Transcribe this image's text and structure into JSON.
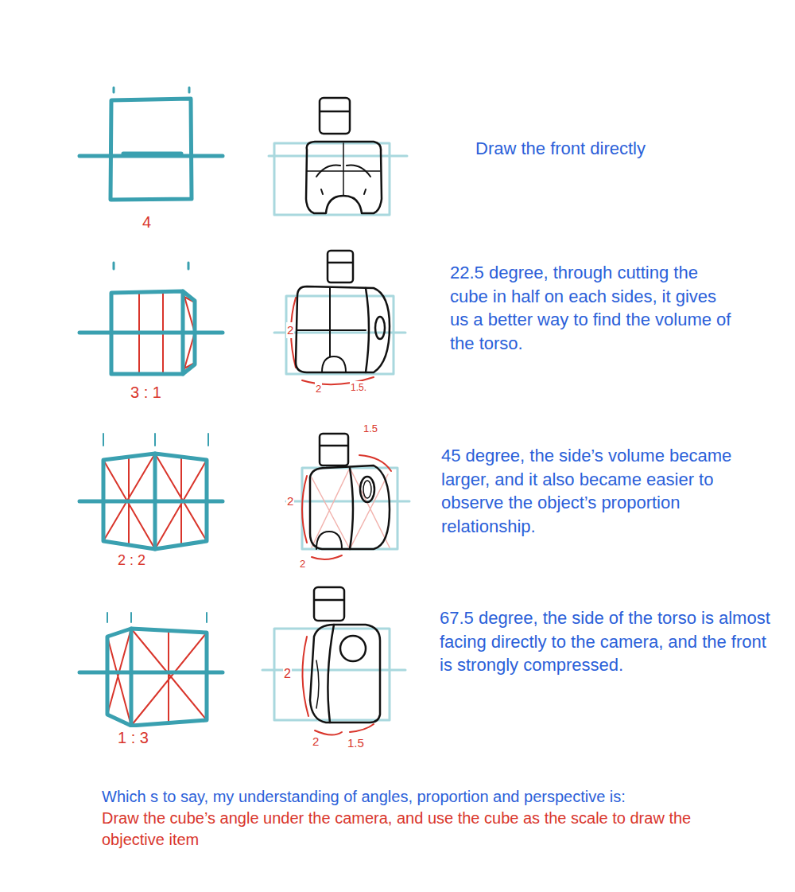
{
  "diagram": {
    "labels": [
      "4",
      "Draw the front directly",
      "2",
      "2",
      "1.5.",
      "3 : 1",
      "22.5 degree, through cutting the cube in half on each sides, it gives us a better way to find the volume of the torso.",
      "1.5",
      "2",
      "2",
      "2 : 2",
      "45 degree, the side’s volume became larger, and it also became easier to observe the object’s proportion relationship.",
      "2",
      "2",
      "1.5",
      "1 : 3",
      "67.5 degree, the side of the torso is almost facing directly to the camera, and the front is strongly compressed.",
      "Which s to say, my understanding of angles, proportion and perspective is:",
      "Draw the cube’s angle under the camera, and use the cube as the scale to draw the objective item"
    ]
  }
}
